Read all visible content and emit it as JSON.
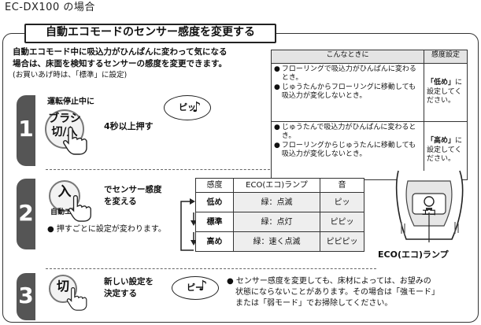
{
  "model_label": "EC-DX100 の場合",
  "title": "自動エコモードのセンサー感度を変更する",
  "intro": {
    "line1": "自動エコモード中に吸込力がひんぱんに変わって気になる",
    "line2": "場合は、床面を検知するセンサーの感度を変更できます。",
    "note": "(お買いあげ時は、「標準」に設定)"
  },
  "condition_table": {
    "headers": [
      "こんなときに",
      "感度設定"
    ],
    "rows": [
      {
        "situations": [
          "フローリングで吸込力がひんぱんに変わるとき。",
          "じゅうたんからフローリングに移動しても吸込力が変化しないとき。"
        ],
        "setting_bold": "「低め」",
        "setting_rest": "に設定してください。"
      },
      {
        "situations": [
          "じゅうたんで吸込力がひんぱんに変わるとき。",
          "フローリングからじゅうたんに移動しても吸込力が変化しないとき。"
        ],
        "setting_bold": "「高め」",
        "setting_rest": "に設定してください。"
      }
    ]
  },
  "steps": {
    "step1": {
      "number": "1",
      "condition": "運転停止中に",
      "button_line1": "ブラシ",
      "button_line2": "切/入",
      "instruction": "4秒以上押す",
      "sound": "ピッ"
    },
    "step2": {
      "number": "2",
      "button": "入",
      "button_sub": "自動エコ",
      "instruction_line1": "でセンサー感度",
      "instruction_line2": "を変える",
      "note": "押すごとに設定が変わります。"
    },
    "step3": {
      "number": "3",
      "button": "切",
      "instruction_line1": "新しい設定を",
      "instruction_line2": "決定する",
      "sound": "ピー",
      "note_line1": "センサー感度を変更しても、床材によっては、お望みの",
      "note_line2": "状態にならないことがあります。その場合は「強モード」",
      "note_line3": "または「弱モード」でお掃除してください。"
    }
  },
  "mode_table": {
    "headers": [
      "感度",
      "ECO(エコ)ランプ",
      "音"
    ],
    "rows": [
      {
        "mode": "低め",
        "lamp": "緑：点滅",
        "sound": "ピッ"
      },
      {
        "mode": "標準",
        "lamp": "緑：点灯",
        "sound": "ピピッ"
      },
      {
        "mode": "高め",
        "lamp": "緑：速く点滅",
        "sound": "ピピピッ"
      }
    ]
  },
  "device": {
    "label": "ECO(エコ)ランプ",
    "small_label": "エコ"
  },
  "icons": [
    "hand-press-icon",
    "music-note-icon",
    "arrow-cycle-icon",
    "vacuum-handle-icon"
  ]
}
